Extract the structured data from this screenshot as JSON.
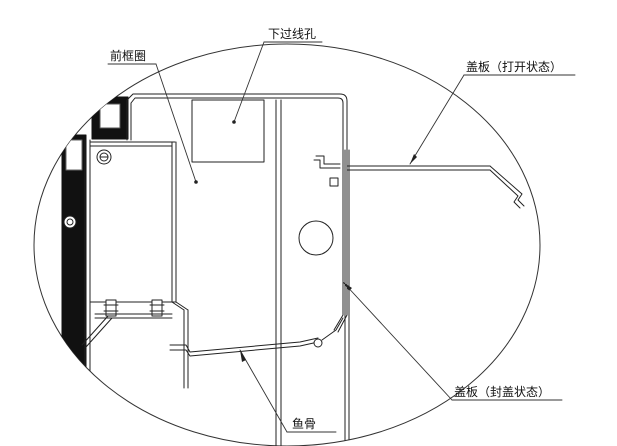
{
  "labels": {
    "lower_wire_hole": "下过线孔",
    "front_frame": "前框圈",
    "cover_open": "盖板（打开状态）",
    "cover_closed": "盖板（封盖状态）",
    "fish_bone": "鱼骨"
  }
}
